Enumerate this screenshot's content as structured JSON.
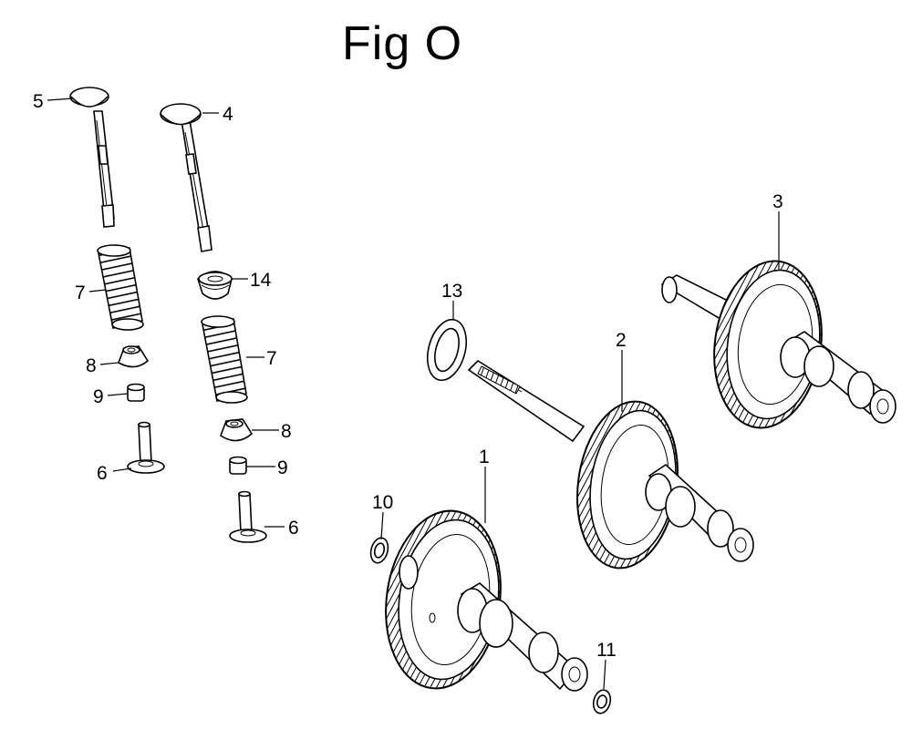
{
  "figure": {
    "title": "Fig O"
  },
  "callouts": {
    "p1": "1",
    "p2": "2",
    "p3": "3",
    "p4": "4",
    "p5": "5",
    "p6a": "6",
    "p6b": "6",
    "p7a": "7",
    "p7b": "7",
    "p8a": "8",
    "p8b": "8",
    "p9a": "9",
    "p9b": "9",
    "p10": "10",
    "p11": "11",
    "p13": "13",
    "p14": "14"
  }
}
